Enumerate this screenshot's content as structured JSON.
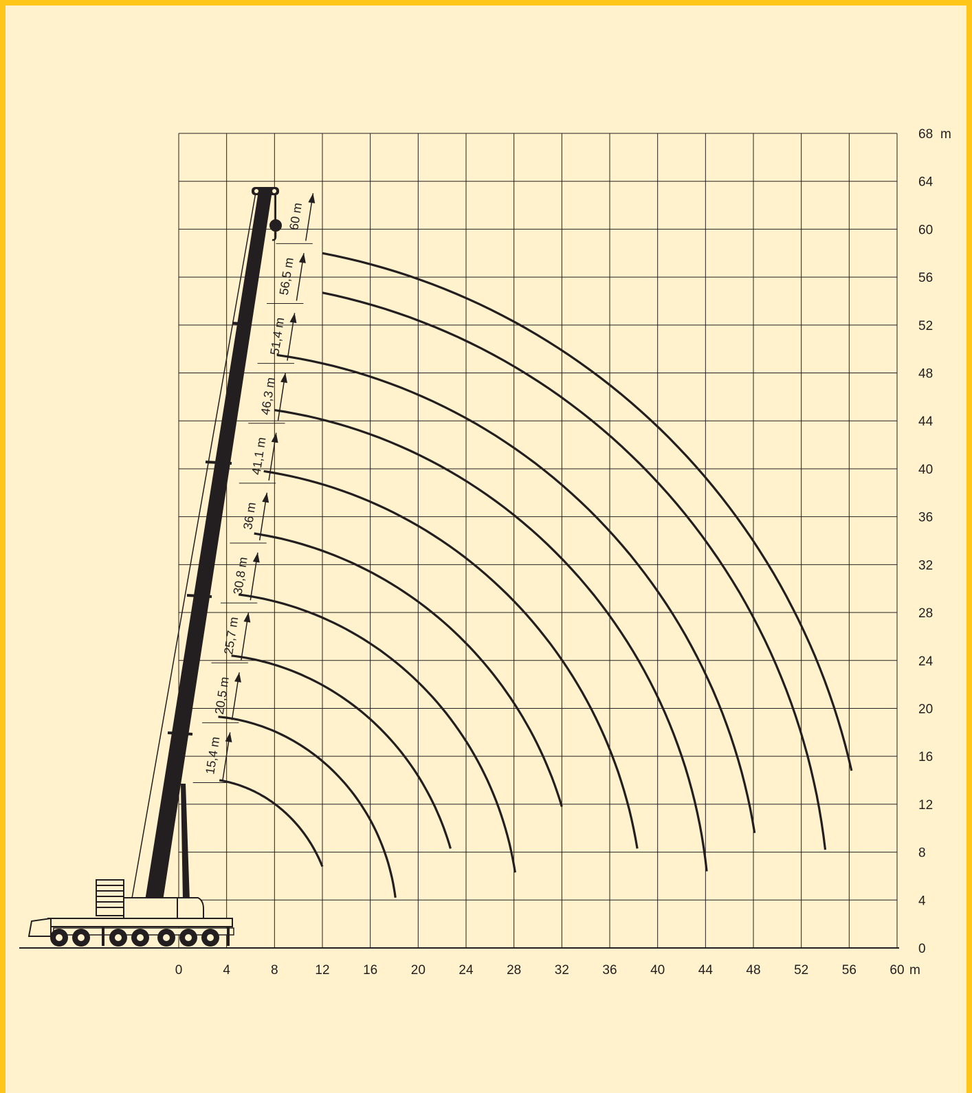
{
  "chart_data": {
    "type": "line",
    "title": "",
    "x_unit": "m",
    "y_unit": "m",
    "xlim": [
      0,
      60
    ],
    "ylim": [
      0,
      68
    ],
    "x_ticks": [
      "0",
      "4",
      "8",
      "12",
      "16",
      "20",
      "24",
      "28",
      "32",
      "36",
      "40",
      "44",
      "48",
      "52",
      "56",
      "60"
    ],
    "y_ticks": [
      "0",
      "4",
      "8",
      "12",
      "16",
      "20",
      "24",
      "28",
      "32",
      "36",
      "40",
      "44",
      "48",
      "52",
      "56",
      "60",
      "64",
      "68"
    ],
    "grid": true,
    "accent_color": "#ffc61a",
    "background_color": "#fff2cc",
    "ink_color": "#231f20",
    "boom_tip_height_m": 64,
    "series": [
      {
        "label": "15,4 m",
        "arrow_y": 18,
        "start": [
          3.4,
          14.0
        ],
        "end": [
          12.0,
          6.8
        ]
      },
      {
        "label": "20,5 m",
        "arrow_y": 23,
        "start": [
          3.3,
          19.3
        ],
        "end": [
          18.1,
          4.2
        ]
      },
      {
        "label": "25,7 m",
        "arrow_y": 28,
        "start": [
          4.4,
          24.4
        ],
        "end": [
          22.7,
          8.3
        ]
      },
      {
        "label": "30,8 m",
        "arrow_y": 33,
        "start": [
          5.0,
          29.5
        ],
        "end": [
          28.1,
          6.3
        ]
      },
      {
        "label": "36 m",
        "arrow_y": 38,
        "start": [
          6.3,
          34.6
        ],
        "end": [
          32.0,
          11.8
        ]
      },
      {
        "label": "41,1 m",
        "arrow_y": 43,
        "start": [
          7.1,
          39.8
        ],
        "end": [
          38.3,
          8.3
        ]
      },
      {
        "label": "46,3 m",
        "arrow_y": 48,
        "start": [
          8.0,
          44.9
        ],
        "end": [
          44.1,
          6.4
        ]
      },
      {
        "label": "51,4 m",
        "arrow_y": 53,
        "start": [
          8.2,
          49.5
        ],
        "end": [
          48.1,
          9.6
        ]
      },
      {
        "label": "56,5 m",
        "arrow_y": 58,
        "start": [
          12.0,
          54.7
        ],
        "end": [
          54.0,
          8.2
        ]
      },
      {
        "label": "60 m",
        "arrow_y": 63,
        "start": [
          12.0,
          58.0
        ],
        "end": [
          56.2,
          14.8
        ]
      }
    ]
  }
}
